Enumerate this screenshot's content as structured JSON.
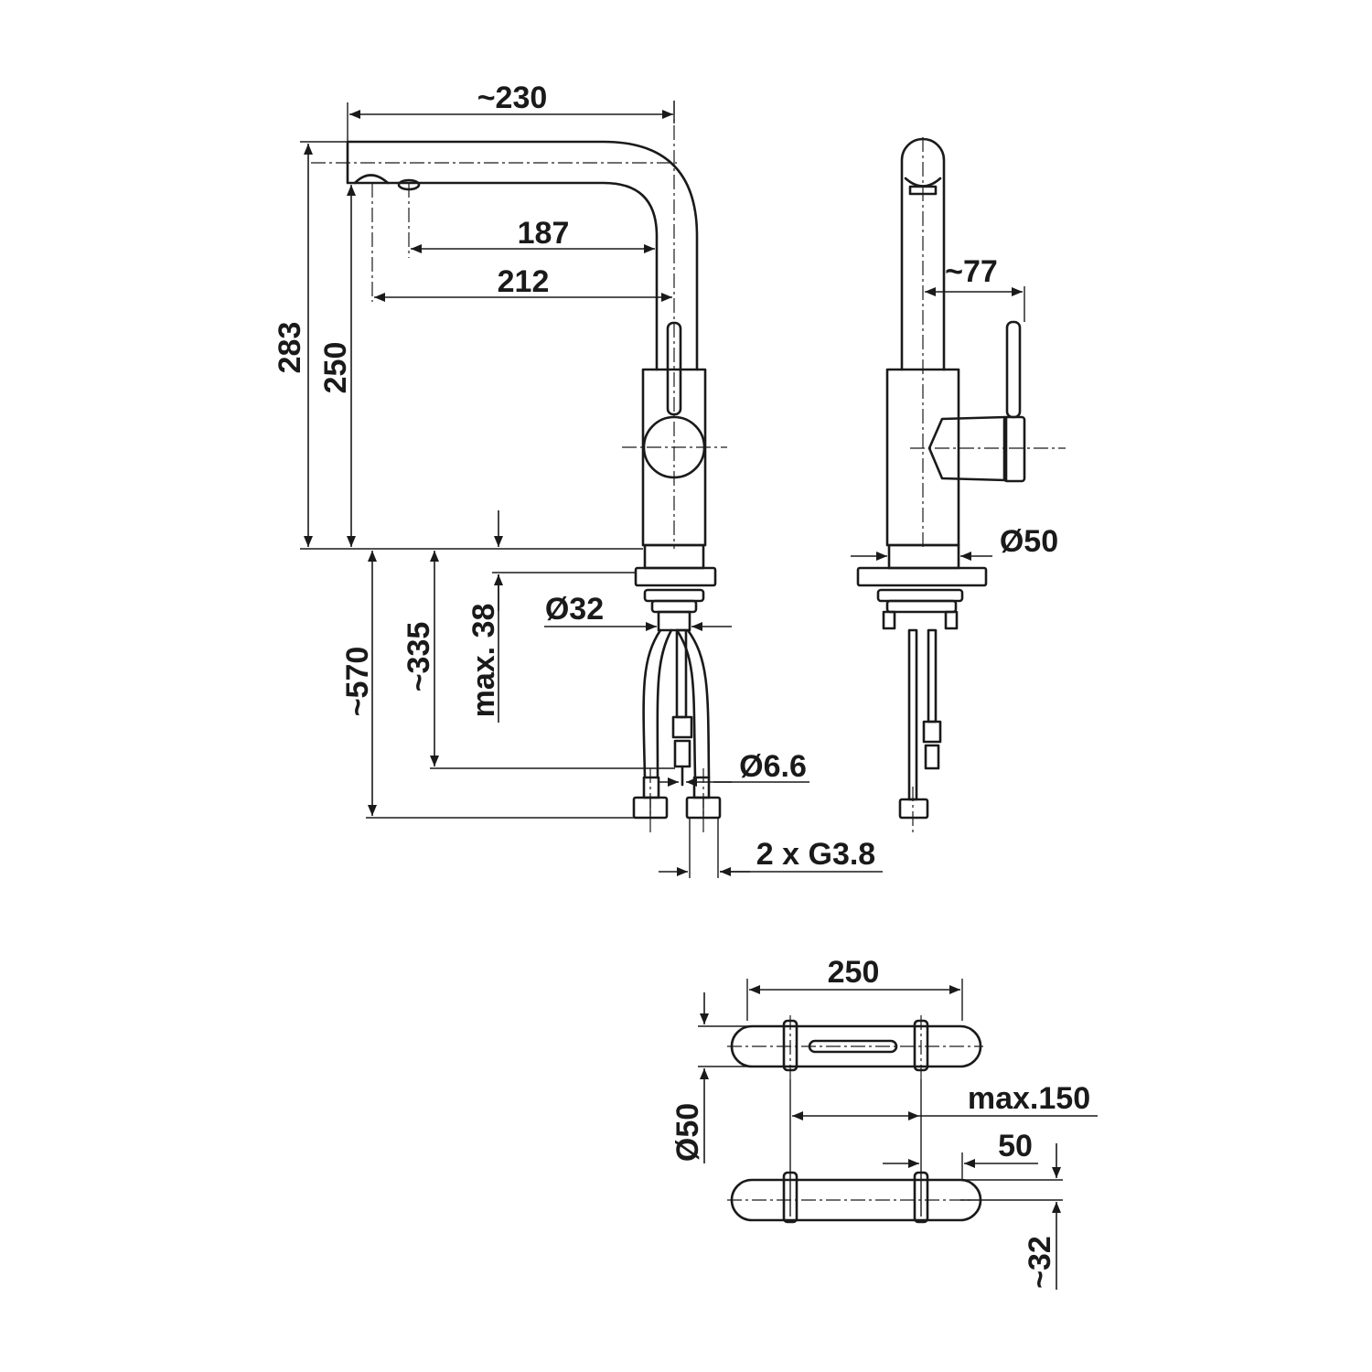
{
  "views": {
    "side": {
      "dims": {
        "spout_reach": "~230",
        "aerator_to_axis": "187",
        "outlet_to_axis": "212",
        "total_height": "283",
        "outlet_height": "250",
        "pipe_length": "~570",
        "hose_length": "~335",
        "max_deck": "max. 38",
        "shank_dia": "Ø32",
        "hose_dia": "Ø6.6",
        "connection": "2 x G3.8"
      }
    },
    "front": {
      "dims": {
        "lever_offset": "~77",
        "base_dia": "Ø50"
      }
    },
    "plan": {
      "dims": {
        "length": "250",
        "diameter": "Ø50",
        "max_spacing": "max.150",
        "clearance": "50",
        "offset": "~32"
      }
    }
  }
}
